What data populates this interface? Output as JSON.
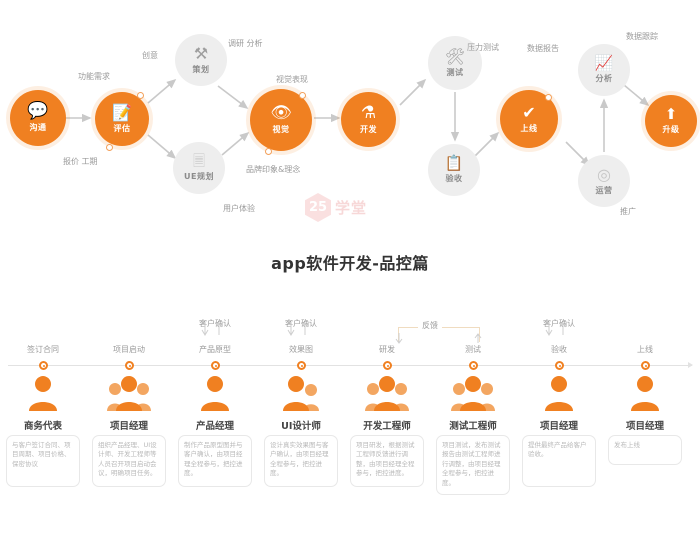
{
  "title": "app软件开发-品控篇",
  "watermark": {
    "badge": "25",
    "text": "学堂"
  },
  "flow": {
    "nodes": [
      {
        "id": "n1",
        "label": "沟通",
        "icon": "speech-bubbles-icon",
        "color": "orange",
        "glyph": "💬"
      },
      {
        "id": "n2",
        "label": "评估",
        "icon": "edit-document-icon",
        "color": "orange",
        "glyph": "📝"
      },
      {
        "id": "n3",
        "label": "策划",
        "icon": "crossed-tools-icon",
        "color": "gray",
        "glyph": "⚒"
      },
      {
        "id": "n4",
        "label": "UE规划",
        "icon": "wireframe-icon",
        "color": "gray",
        "glyph": "🗔"
      },
      {
        "id": "n5",
        "label": "视觉",
        "icon": "eye-icon",
        "color": "orange",
        "glyph": "👁"
      },
      {
        "id": "n6",
        "label": "开发",
        "icon": "flask-icon",
        "color": "orange",
        "glyph": "⚗"
      },
      {
        "id": "n7",
        "label": "测试",
        "icon": "wrench-screwdriver-icon",
        "color": "gray",
        "glyph": "🛠"
      },
      {
        "id": "n8",
        "label": "验收",
        "icon": "clipboard-check-icon",
        "color": "gray",
        "glyph": "📋"
      },
      {
        "id": "n9",
        "label": "上线",
        "icon": "check-badge-icon",
        "color": "orange",
        "glyph": "✔"
      },
      {
        "id": "n10",
        "label": "分析",
        "icon": "bar-chart-icon",
        "color": "gray",
        "glyph": "📈"
      },
      {
        "id": "n11",
        "label": "运营",
        "icon": "target-icon",
        "color": "gray",
        "glyph": "◎"
      },
      {
        "id": "n12",
        "label": "升级",
        "icon": "upload-box-icon",
        "color": "orange",
        "glyph": "⬆"
      }
    ],
    "annotations": [
      {
        "id": "a1",
        "text": "功能需求"
      },
      {
        "id": "a2",
        "text": "报价 工期"
      },
      {
        "id": "a3",
        "text": "创意"
      },
      {
        "id": "a4",
        "text": "调研 分析"
      },
      {
        "id": "a5",
        "text": "用户体验"
      },
      {
        "id": "a6",
        "text": "视觉表现"
      },
      {
        "id": "a7",
        "text": "品牌印象&理念"
      },
      {
        "id": "a8",
        "text": "压力测试"
      },
      {
        "id": "a9",
        "text": "数据报告"
      },
      {
        "id": "a10",
        "text": "数据跟踪"
      },
      {
        "id": "a11",
        "text": "推广"
      }
    ]
  },
  "timeline": {
    "bracket_label": "反馈",
    "steps": [
      {
        "stage": "签订合同",
        "above": "",
        "role": "商务代表",
        "icon": "single-person-icon",
        "desc": "与客户签订合同、项目周期、项目价格、保密协议"
      },
      {
        "stage": "项目启动",
        "above": "",
        "role": "项目经理",
        "icon": "group-person-icon",
        "desc": "组织产品经理、UI设计师、开发工程师等人员召开项目启动会议，明确项目任务。"
      },
      {
        "stage": "产品原型",
        "above": "客户确认",
        "role": "产品经理",
        "icon": "single-person-icon",
        "desc": "制作产品原型图并与客户确认，由项目经理全程参与，把控进度。"
      },
      {
        "stage": "效果图",
        "above": "客户确认",
        "role": "UI设计师",
        "icon": "duo-person-icon",
        "desc": "设计真实效果图与客户确认，由项目经理全程参与，把控进度。"
      },
      {
        "stage": "研发",
        "above": "",
        "role": "开发工程师",
        "icon": "group-person-icon",
        "desc": "项目研发，根据测试工程师反馈进行调整，由项目经理全程参与，把控进度。"
      },
      {
        "stage": "测试",
        "above": "",
        "role": "测试工程师",
        "icon": "group-person-icon",
        "desc": "项目测试，发布测试报告由测试工程师进行调整，由项目经理全程参与，把控进度。"
      },
      {
        "stage": "验收",
        "above": "客户确认",
        "role": "项目经理",
        "icon": "single-person-icon",
        "desc": "提供最终产品给客户验收。"
      },
      {
        "stage": "上线",
        "above": "",
        "role": "项目经理",
        "icon": "single-person-icon",
        "desc": "发布上线"
      }
    ]
  },
  "colors": {
    "accent": "#f08021",
    "gray_node": "#eeeeee",
    "label": "#9b9b9b"
  }
}
